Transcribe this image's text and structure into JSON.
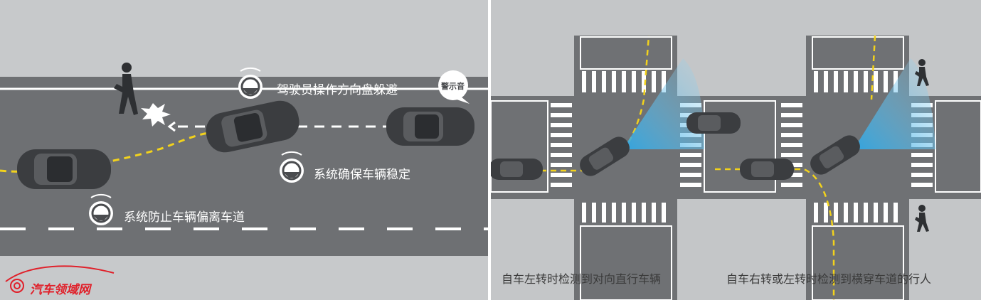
{
  "left_panel": {
    "callouts": {
      "driver_steer": "驾驶员操作方向盘躲避",
      "warning_badge": "警示音",
      "system_stable": "系统确保车辆稳定",
      "system_lane": "系统防止车辆偏离车道"
    },
    "watermark": "汽车领域网"
  },
  "right_panel": {
    "captions": {
      "left_turn": "自车左转时检测到对向直行车辆",
      "right_left_turn": "自车右转或左转时检测到横穿车道的行人"
    }
  },
  "colors": {
    "road": "#6e7073",
    "lane_yellow": "#f2d21c",
    "sensor_blue": "#4ab8e8",
    "watermark_red": "#e0202a"
  }
}
